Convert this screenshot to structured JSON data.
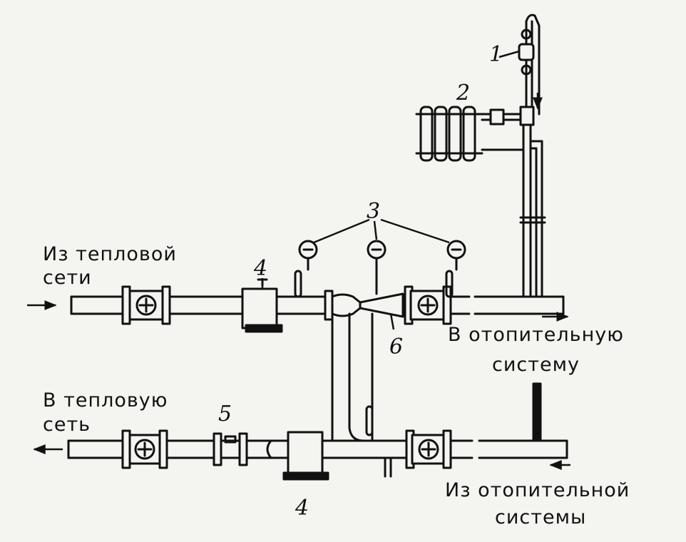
{
  "labels": {
    "from_heat_network": [
      "Из тепловой",
      "сети"
    ],
    "to_heating_system": [
      "В отопительную",
      "систему"
    ],
    "to_heat_network": [
      "В тепловую",
      "сеть"
    ],
    "from_heating_system": [
      "Из отопительной",
      "системы"
    ]
  },
  "numbers": {
    "n1": "1",
    "n2": "2",
    "n3": "3",
    "n4_top": "4",
    "n4_bottom": "4",
    "n5": "5",
    "n6": "6"
  },
  "colors": {
    "ink": "#111111",
    "paper": "#f4f4f1"
  }
}
